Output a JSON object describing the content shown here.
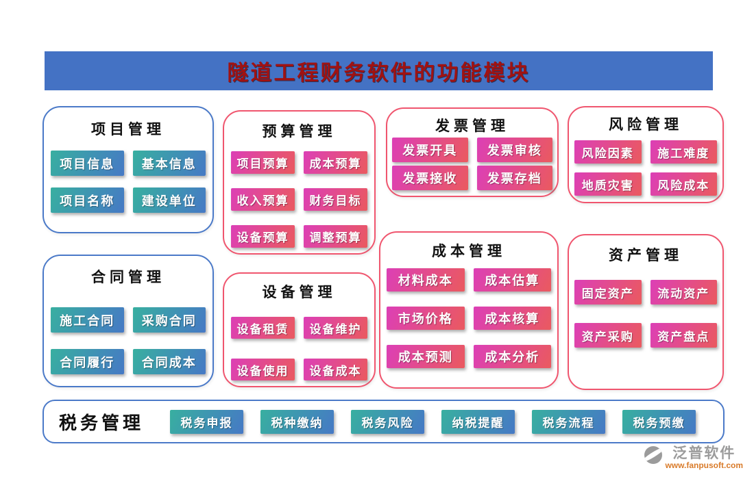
{
  "banner": {
    "title": "隧道工程财务软件的功能模块"
  },
  "cards": [
    {
      "id": "project",
      "title": "项目管理",
      "theme": "blue",
      "items": [
        "项目信息",
        "基本信息",
        "项目名称",
        "建设单位"
      ]
    },
    {
      "id": "budget",
      "title": "预算管理",
      "theme": "pink",
      "items": [
        "项目预算",
        "成本预算",
        "收入预算",
        "财务目标",
        "设备预算",
        "调整预算"
      ]
    },
    {
      "id": "invoice",
      "title": "发票管理",
      "theme": "pink",
      "items": [
        "发票开具",
        "发票审核",
        "发票接收",
        "发票存档"
      ]
    },
    {
      "id": "risk",
      "title": "风险管理",
      "theme": "pink",
      "items": [
        "风险因素",
        "施工难度",
        "地质灾害",
        "风险成本"
      ]
    },
    {
      "id": "contract",
      "title": "合同管理",
      "theme": "blue",
      "items": [
        "施工合同",
        "采购合同",
        "合同履行",
        "合同成本"
      ]
    },
    {
      "id": "equipment",
      "title": "设备管理",
      "theme": "pink",
      "items": [
        "设备租赁",
        "设备维护",
        "设备使用",
        "设备成本"
      ]
    },
    {
      "id": "cost",
      "title": "成本管理",
      "theme": "pink",
      "items": [
        "材料成本",
        "成本估算",
        "市场价格",
        "成本核算",
        "成本预测",
        "成本分析"
      ]
    },
    {
      "id": "asset",
      "title": "资产管理",
      "theme": "pink",
      "items": [
        "固定资产",
        "流动资产",
        "资产采购",
        "资产盘点"
      ]
    }
  ],
  "tax_bar": {
    "title": "税务管理",
    "items": [
      "税务申报",
      "税种缴纳",
      "税务风险",
      "纳税提醒",
      "税务流程",
      "税务预缴"
    ]
  },
  "footer": {
    "brand": "泛普软件",
    "url": "www.fanpusoft.com",
    "logo_icon": "fanpu-swoosh-circle"
  },
  "colors": {
    "banner_bg": "#4472C4",
    "banner_title": "#A01212",
    "blue_border": "#4A79C8",
    "pink_border": "#F0556E",
    "blue_btn_from": "#38AFA0",
    "blue_btn_to": "#4679C5",
    "pink_btn_from": "#DC3FB6",
    "pink_btn_to": "#EA5A5F",
    "brand_gray": "#9B9B9B",
    "url_orange": "#D97B2A"
  }
}
